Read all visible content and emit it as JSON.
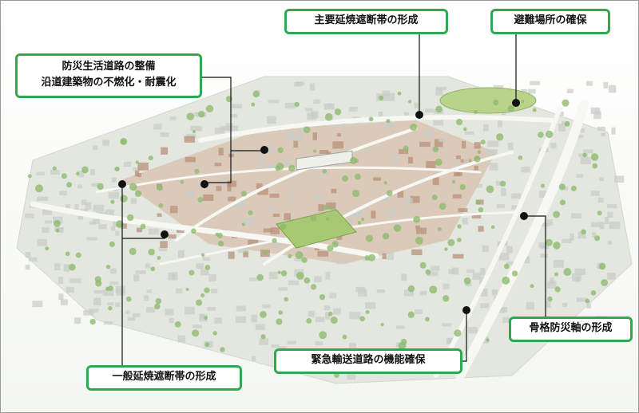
{
  "labels": {
    "main_firebreak_belt": "主要延焼遮断帯の形成",
    "evacuation_site": "避難場所の確保",
    "disaster_road_line1": "防災生活道路の整備",
    "disaster_road_line2": "沿道建築物の不燃化・耐震化",
    "general_firebreak_belt": "一般延焼遮断帯の形成",
    "emergency_transport_road": "緊急輸送道路の機能確保",
    "backbone_axis": "骨格防災軸の形成"
  },
  "colors": {
    "callout_border": "#2fa84f",
    "leader_line": "#111111",
    "roof_brown": "#b8907a",
    "roof_gray": "#c9cec9",
    "tree_green": "#8dbb6e",
    "park_green": "#9fc36d"
  }
}
